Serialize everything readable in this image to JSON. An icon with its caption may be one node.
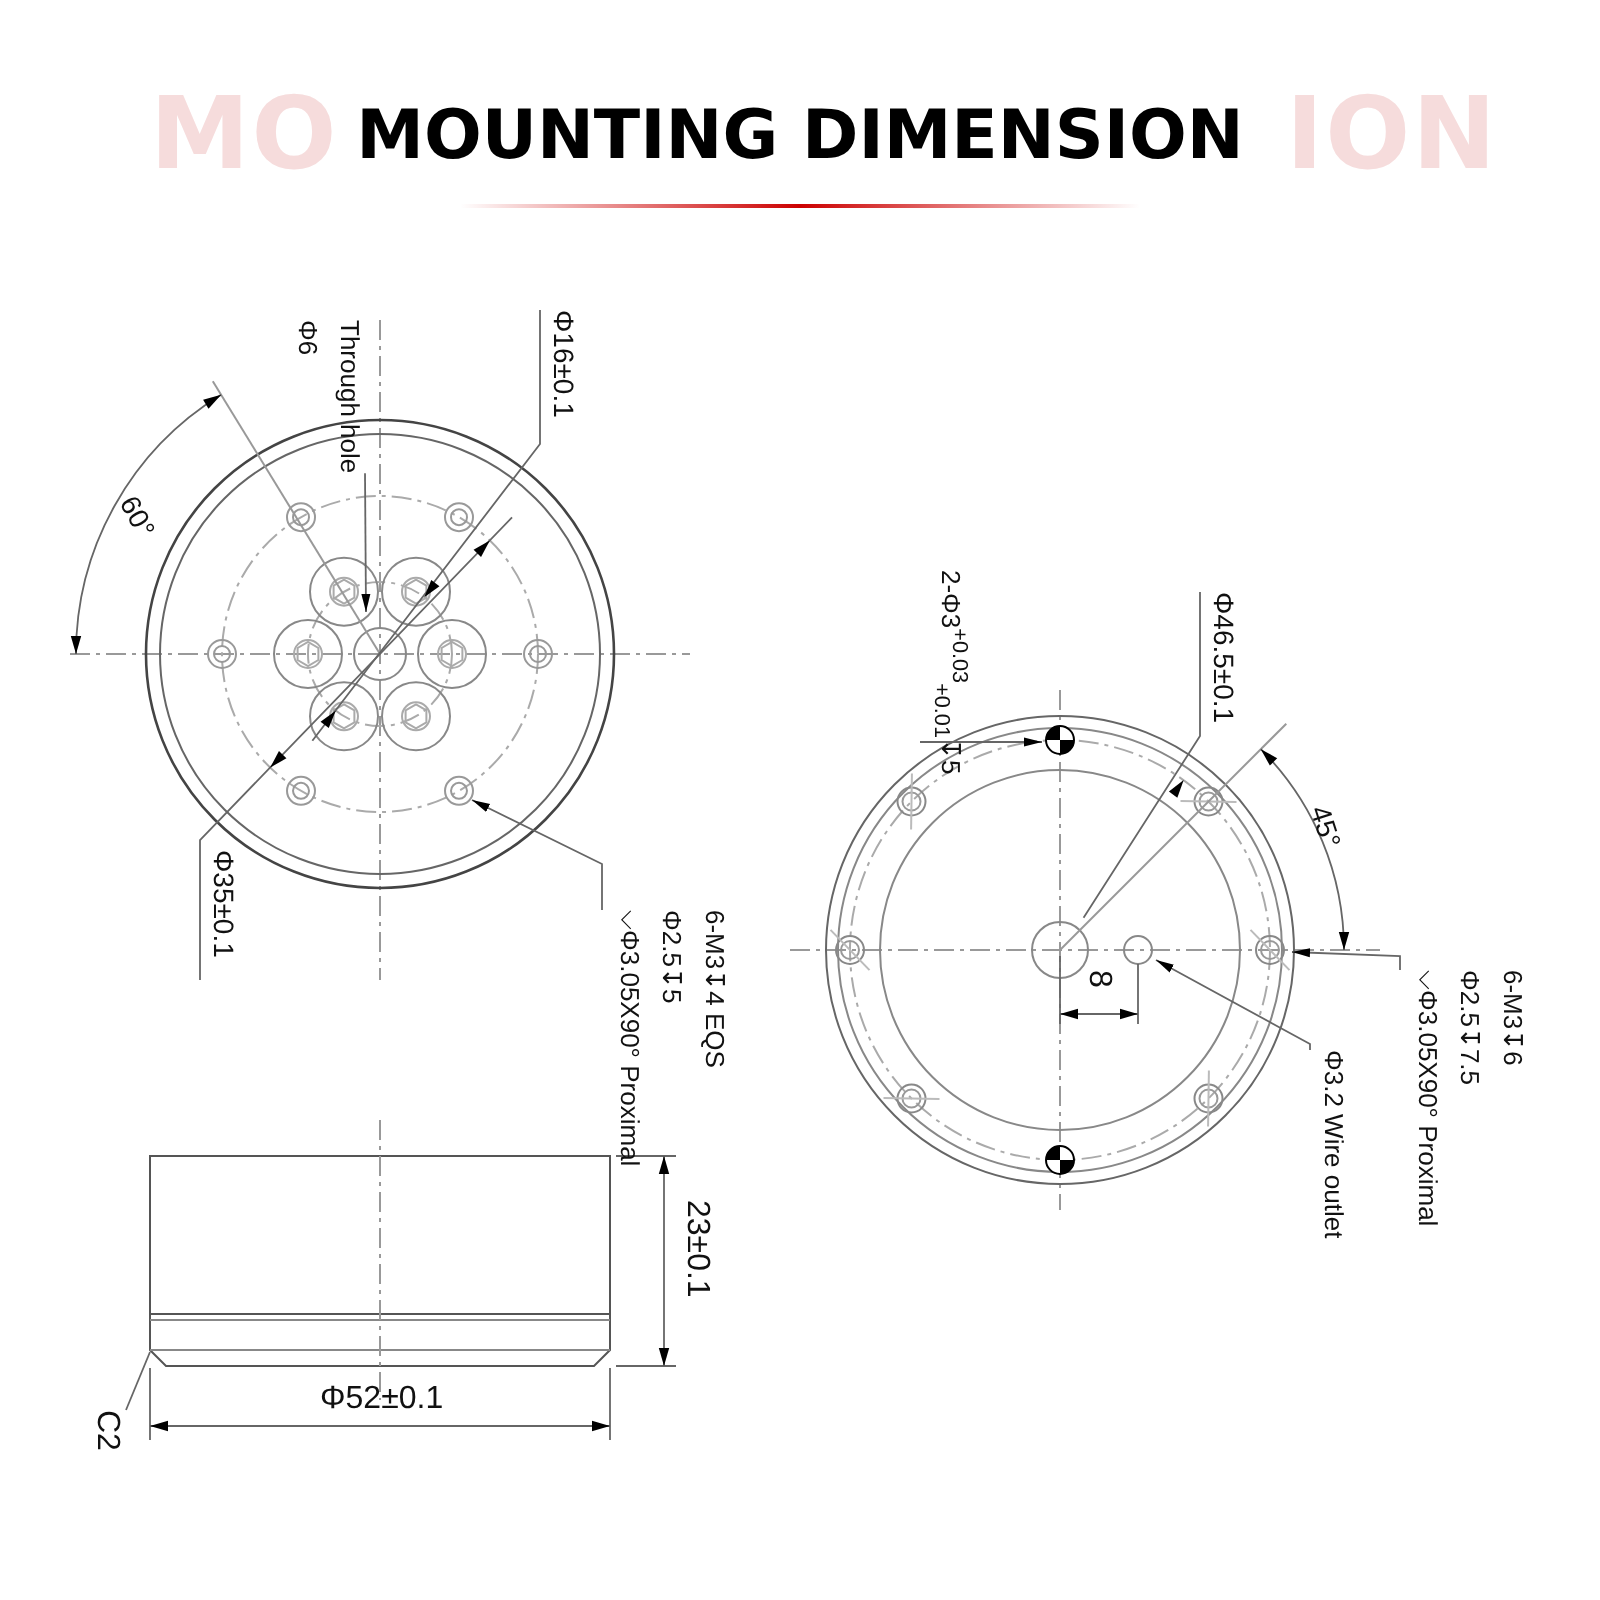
{
  "diagram": {
    "title": "MOUNTING DIMENSION",
    "nodes": [
      {
        "text": [
          "Through hole",
          "Φ6"
        ]
      },
      {
        "text": [
          "6-M3↧4 EQS",
          "Φ2.5↧5",
          "⌵Φ3.05X90° Proximal"
        ]
      },
      {
        "text": [
          "2-Φ3$^{+0.03}$$_{+0.01}$↧5"
        ]
      },
      {
        "text": [
          "Φ3.2 Wire outlet"
        ]
      },
      {
        "text": [
          "6-M3↧6",
          "Φ2.5↧7.5",
          "⌵Φ3.05X90° Proximal"
        ]
      },
      {
        "text": [
          "C2"
        ]
      },
      {
        "text": [],
        "shape": "picture"
      }
    ],
    "edges": [
      {
        "from": 0,
        "to": null,
        "arrow": "to"
      },
      {
        "from": 1,
        "to": null,
        "arrow": "to"
      },
      {
        "from": 2,
        "to": null,
        "arrow": "to"
      },
      {
        "from": 3,
        "to": null,
        "arrow": "to"
      },
      {
        "from": 4,
        "to": null,
        "arrow": "to"
      },
      {
        "from": 5,
        "to": 6,
        "arrow": "none"
      }
    ],
    "labels": [
      "MO",
      "ION",
      "Φ16±0.1",
      "60°",
      "Φ35±0.1",
      "Φ46.5±0.1",
      "45°",
      "8",
      "23±0.1",
      "Φ52±0.1"
    ]
  }
}
